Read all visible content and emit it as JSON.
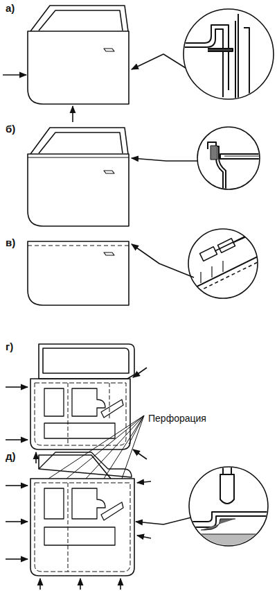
{
  "diagram": {
    "labels": [
      "а)",
      "б)",
      "в)",
      "г)",
      "д)",
      "Перфорация"
    ]
  }
}
